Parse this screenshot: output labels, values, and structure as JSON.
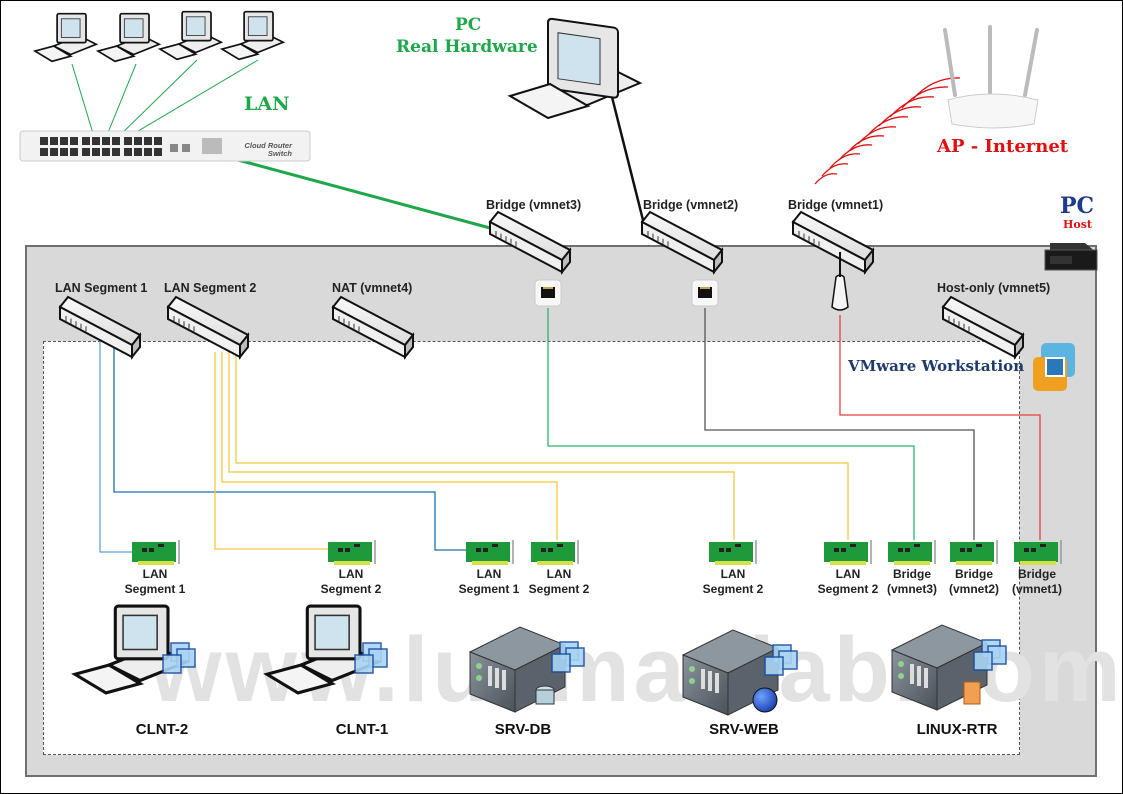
{
  "title_labels": {
    "lan": "LAN",
    "pc_real_line1": "PC",
    "pc_real_line2": "Real Hardware",
    "ap_internet": "AP - Internet",
    "pc_host_line1": "PC",
    "pc_host_line2": "Host",
    "vmware": "VMware Workstation",
    "router_switch_brand": "Cloud Router Switch"
  },
  "watermark": "www.lukmanlab.com",
  "virtual_switches": [
    {
      "id": "lanseg1",
      "label": "LAN Segment 1"
    },
    {
      "id": "lanseg2",
      "label": "LAN Segment 2"
    },
    {
      "id": "nat",
      "label": "NAT (vmnet4)"
    },
    {
      "id": "vmnet3",
      "label": "Bridge (vmnet3)"
    },
    {
      "id": "vmnet2",
      "label": "Bridge (vmnet2)"
    },
    {
      "id": "vmnet1",
      "label": "Bridge (vmnet1)"
    },
    {
      "id": "hostonly",
      "label": "Host-only (vmnet5)"
    }
  ],
  "nics": [
    {
      "line1": "LAN",
      "line2": "Segment 1",
      "network": "lanseg1"
    },
    {
      "line1": "LAN",
      "line2": "Segment 2",
      "network": "lanseg2"
    },
    {
      "line1": "LAN",
      "line2": "Segment 1",
      "network": "lanseg1"
    },
    {
      "line1": "LAN",
      "line2": "Segment 2",
      "network": "lanseg2"
    },
    {
      "line1": "LAN",
      "line2": "Segment 2",
      "network": "lanseg2"
    },
    {
      "line1": "LAN",
      "line2": "Segment 2",
      "network": "lanseg2"
    },
    {
      "line1": "Bridge",
      "line2": "(vmnet3)",
      "network": "vmnet3"
    },
    {
      "line1": "Bridge",
      "line2": "(vmnet2)",
      "network": "vmnet2"
    },
    {
      "line1": "Bridge",
      "line2": "(vmnet1)",
      "network": "vmnet1"
    }
  ],
  "vms": [
    {
      "name": "CLNT-2",
      "type": "client"
    },
    {
      "name": "CLNT-1",
      "type": "client"
    },
    {
      "name": "SRV-DB",
      "type": "server-db"
    },
    {
      "name": "SRV-WEB",
      "type": "server-web"
    },
    {
      "name": "LINUX-RTR",
      "type": "server-router"
    }
  ],
  "colors": {
    "lan_green": "#1ea84a",
    "title_green": "#1ea84a",
    "ap_red": "#e01010",
    "pc_host_blue": "#1f3b8c",
    "vmware_blue": "#1f3b6e",
    "seg1_blue": "#5aa7d8",
    "seg2_yellow": "#f3c842",
    "vmnet3_green": "#2db36a",
    "vmnet2_gray": "#555555",
    "vmnet1_red": "#e84040",
    "host_panel": "#d9d9d9"
  }
}
